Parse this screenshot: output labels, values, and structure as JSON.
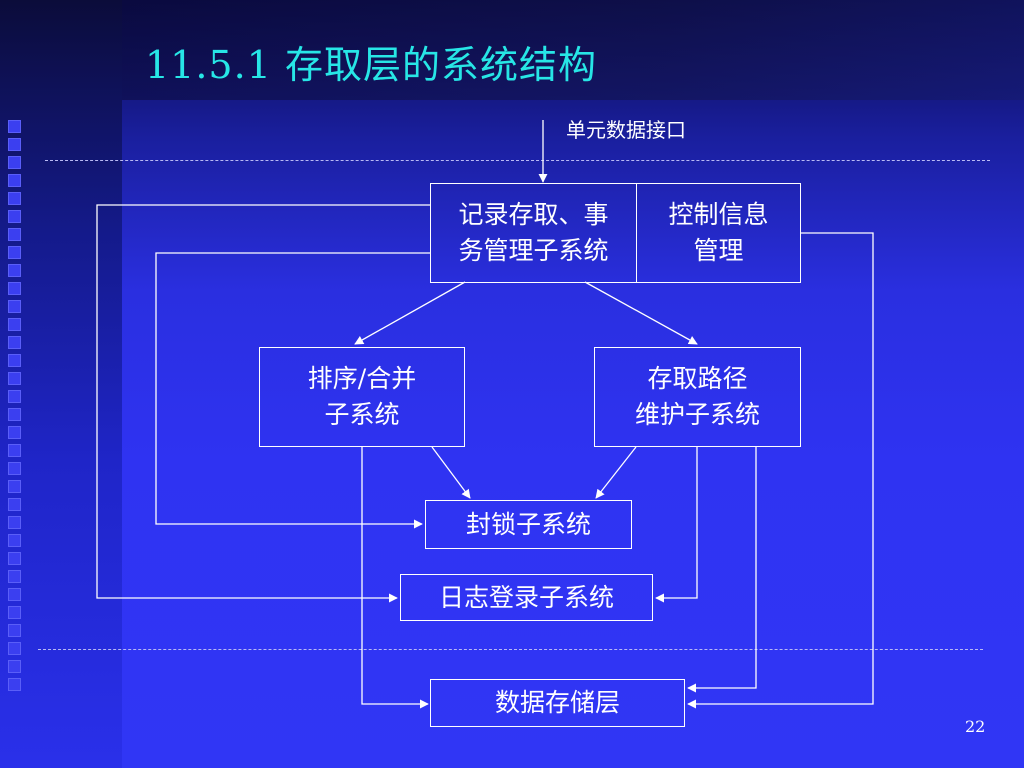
{
  "slide": {
    "title": "11.5.1 存取层的系统结构",
    "page_number": "22"
  },
  "diagram": {
    "interface_label": "单元数据接口",
    "record_access": {
      "line1": "记录存取、事",
      "line2": "务管理子系统"
    },
    "control_info": {
      "line1": "控制信息",
      "line2": "管理"
    },
    "sort_merge": {
      "line1": "排序/合并",
      "line2": "子系统"
    },
    "access_path": {
      "line1": "存取路径",
      "line2": "维护子系统"
    },
    "lock": "封锁子系统",
    "log": "日志登录子系统",
    "storage": "数据存储层"
  },
  "colors": {
    "background": "#2f33f2",
    "title": "#27e6e6",
    "line": "#ffffff"
  }
}
